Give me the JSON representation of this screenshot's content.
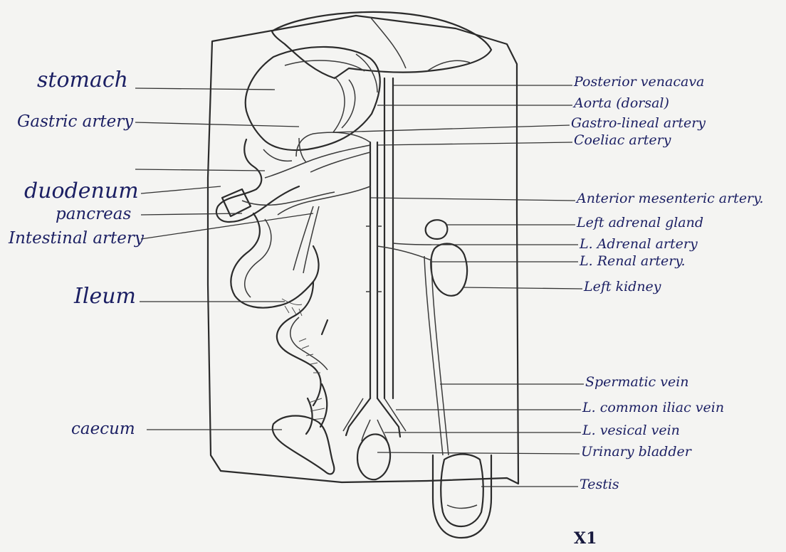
{
  "diagram": {
    "labels_left": {
      "stomach": "stomach",
      "gastric_artery": "Gastric artery",
      "duodenum": "duodenum",
      "pancreas": "pancreas",
      "intestinal_artery": "Intestinal artery",
      "ileum": "Ileum",
      "caecum": "caecum"
    },
    "labels_right": {
      "posterior_venacava": "Posterior venacava",
      "aorta": "Aorta (dorsal)",
      "gastro_lineal_artery": "Gastro-lineal artery",
      "coeliac_artery": "Coeliac artery",
      "anterior_mesenteric_artery": "Anterior mesenteric artery.",
      "left_adrenal_gland": "Left adrenal gland",
      "l_adrenal_artery": "L. Adrenal artery",
      "l_renal_artery": "L. Renal artery.",
      "left_kidney": "Left kidney",
      "spermatic_vein": "Spermatic vein",
      "l_common_iliac_vein": "L. common iliac vein",
      "l_vesical_vein": "L. vesical vein",
      "urinary_bladder": "Urinary bladder",
      "testis": "Testis"
    },
    "magnification": "X1"
  },
  "colors": {
    "ink": "#1b1f63",
    "pencil": "#2b2b2b",
    "paper": "#f4f4f2"
  }
}
